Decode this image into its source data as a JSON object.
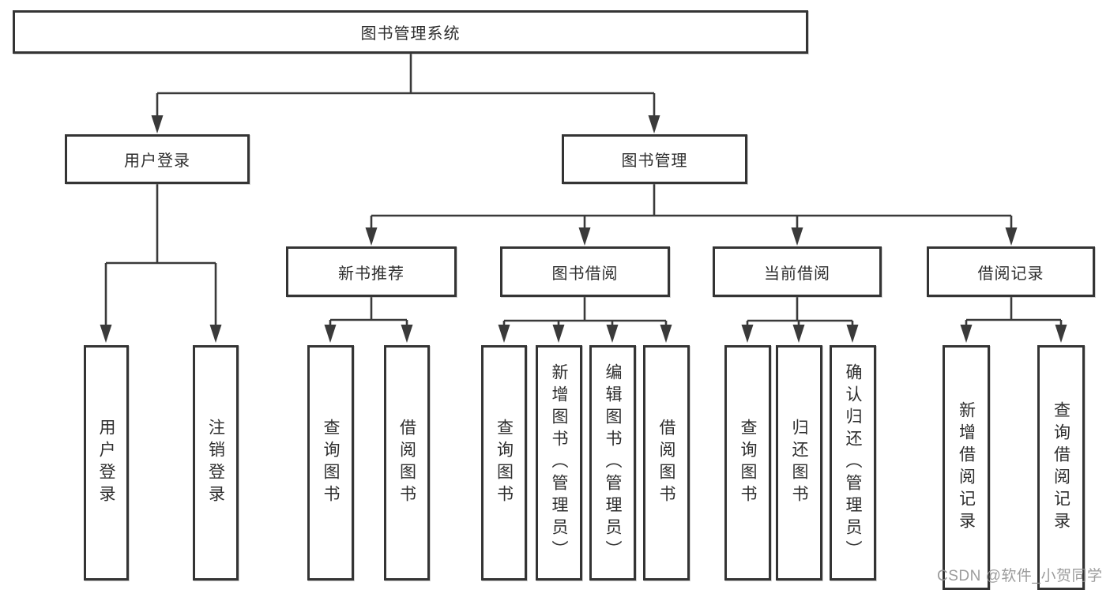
{
  "nodes": {
    "root": {
      "label": "图书管理系统"
    },
    "user_login_group": {
      "label": "用户登录"
    },
    "book_mgmt": {
      "label": "图书管理"
    },
    "new_book_rec": {
      "label": "新书推荐"
    },
    "book_borrow": {
      "label": "图书借阅"
    },
    "current_borrow": {
      "label": "当前借阅"
    },
    "borrow_record": {
      "label": "借阅记录"
    },
    "leaf_user_login": {
      "label": "用户登录"
    },
    "leaf_logout": {
      "label": "注销登录"
    },
    "leaf_query_book_rec": {
      "label": "查询图书"
    },
    "leaf_borrow_book_rec": {
      "label": "借阅图书"
    },
    "leaf_query_book_borrow": {
      "label": "查询图书"
    },
    "leaf_add_book_admin": {
      "label": "新增图书（管理员）"
    },
    "leaf_edit_book_admin": {
      "label": "编辑图书（管理员）"
    },
    "leaf_borrow_book_borrow": {
      "label": "借阅图书"
    },
    "leaf_query_book_current": {
      "label": "查询图书"
    },
    "leaf_return_book": {
      "label": "归还图书"
    },
    "leaf_confirm_return_admin": {
      "label": "确认归还（管理员）"
    },
    "leaf_add_borrow_record": {
      "label": "新增借阅记录"
    },
    "leaf_query_borrow_record": {
      "label": "查询借阅记录"
    }
  },
  "watermark": {
    "text": "CSDN @软件_小贺同学"
  },
  "colors": {
    "line": "#3a3a3a",
    "border": "#343434",
    "text": "#2e2e2e",
    "background": "#ffffff",
    "watermark": "#949494"
  }
}
